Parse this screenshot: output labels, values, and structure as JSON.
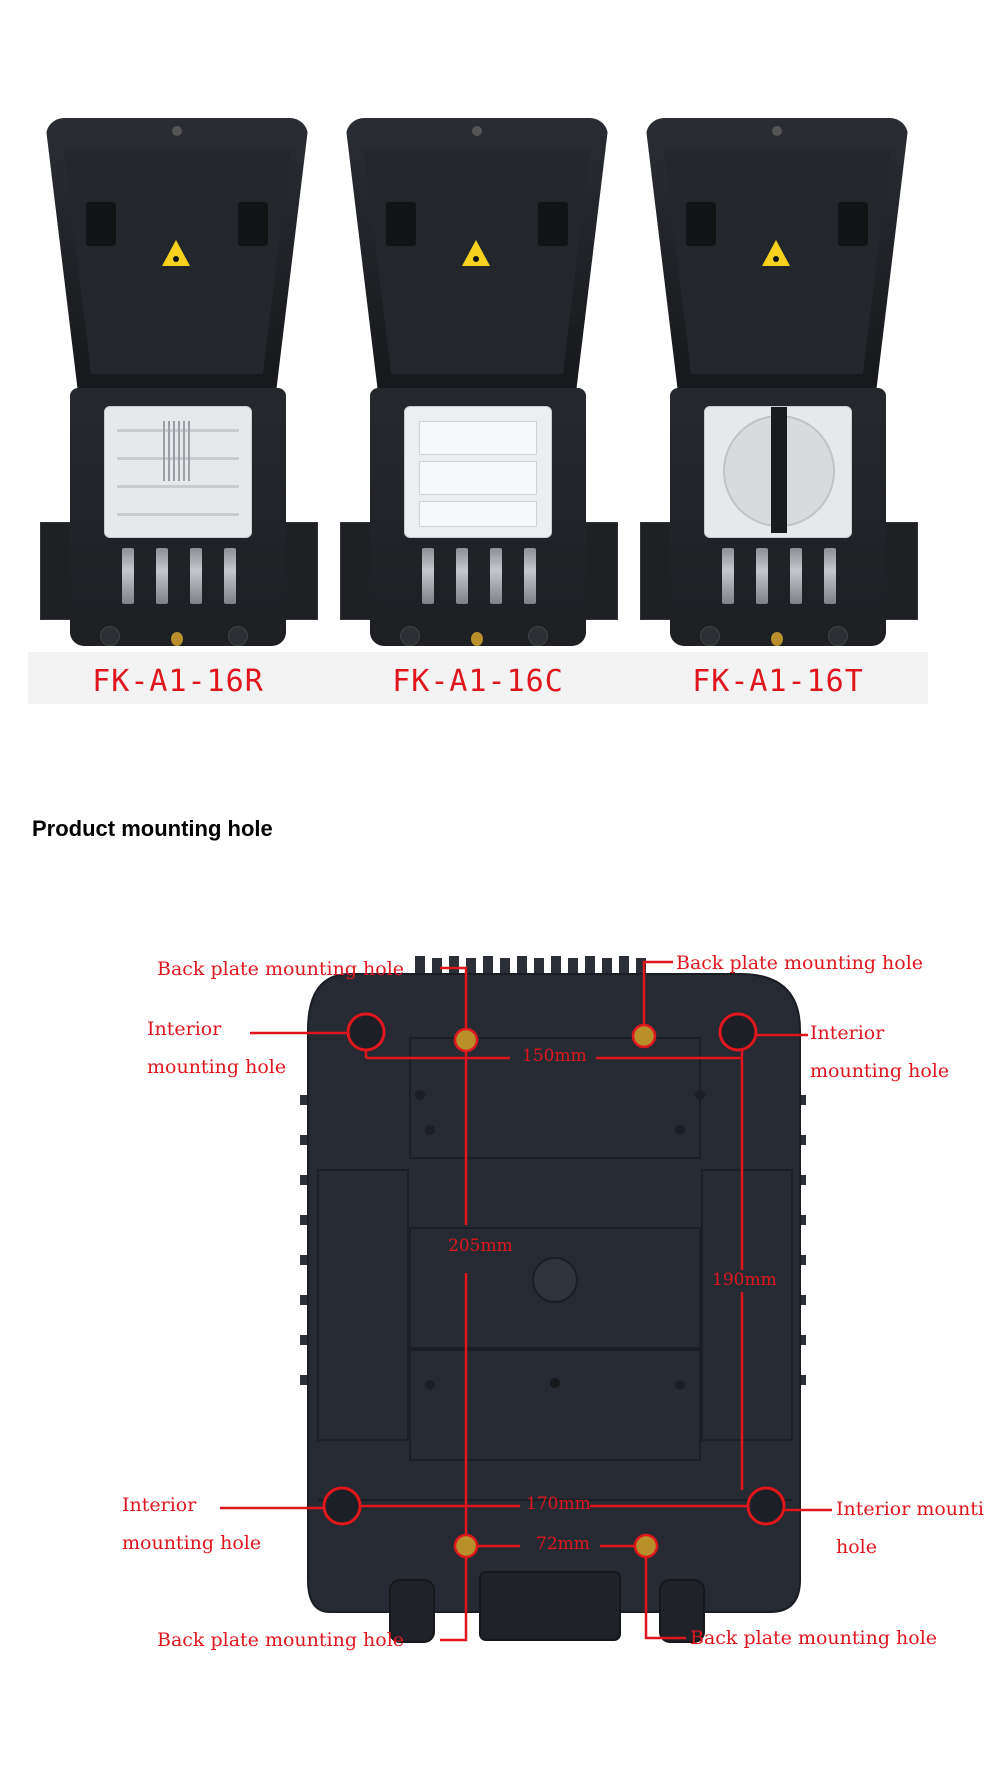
{
  "products": [
    {
      "model": "FK-A1-16R",
      "tray": "splice-tray"
    },
    {
      "model": "FK-A1-16C",
      "tray": "adapter-tray"
    },
    {
      "model": "FK-A1-16T",
      "tray": "spool-tray"
    }
  ],
  "section": {
    "title": "Product mounting hole"
  },
  "diagram": {
    "callouts": {
      "back_top_left": "Back plate mounting hole",
      "back_top_right": "Back plate mounting hole",
      "interior_top_left_1": "Interior",
      "interior_top_left_2": "mounting hole",
      "interior_top_right_1": "Interior",
      "interior_top_right_2": "mounting hole",
      "interior_bottom_left_1": "Interior",
      "interior_bottom_left_2": "mounting hole",
      "interior_bottom_right_1": "Interior mounti",
      "interior_bottom_right_2": "hole",
      "back_bottom_left": "Back plate mounting hole",
      "back_bottom_right": "Back plate mounting hole"
    },
    "dimensions": {
      "top_width": "150mm",
      "left_height": "205mm",
      "right_height": "190mm",
      "bottom_width": "170mm",
      "back_bottom_width": "72mm"
    },
    "colors": {
      "annotation": "#e0161e",
      "enclosure": "#262a33"
    }
  }
}
